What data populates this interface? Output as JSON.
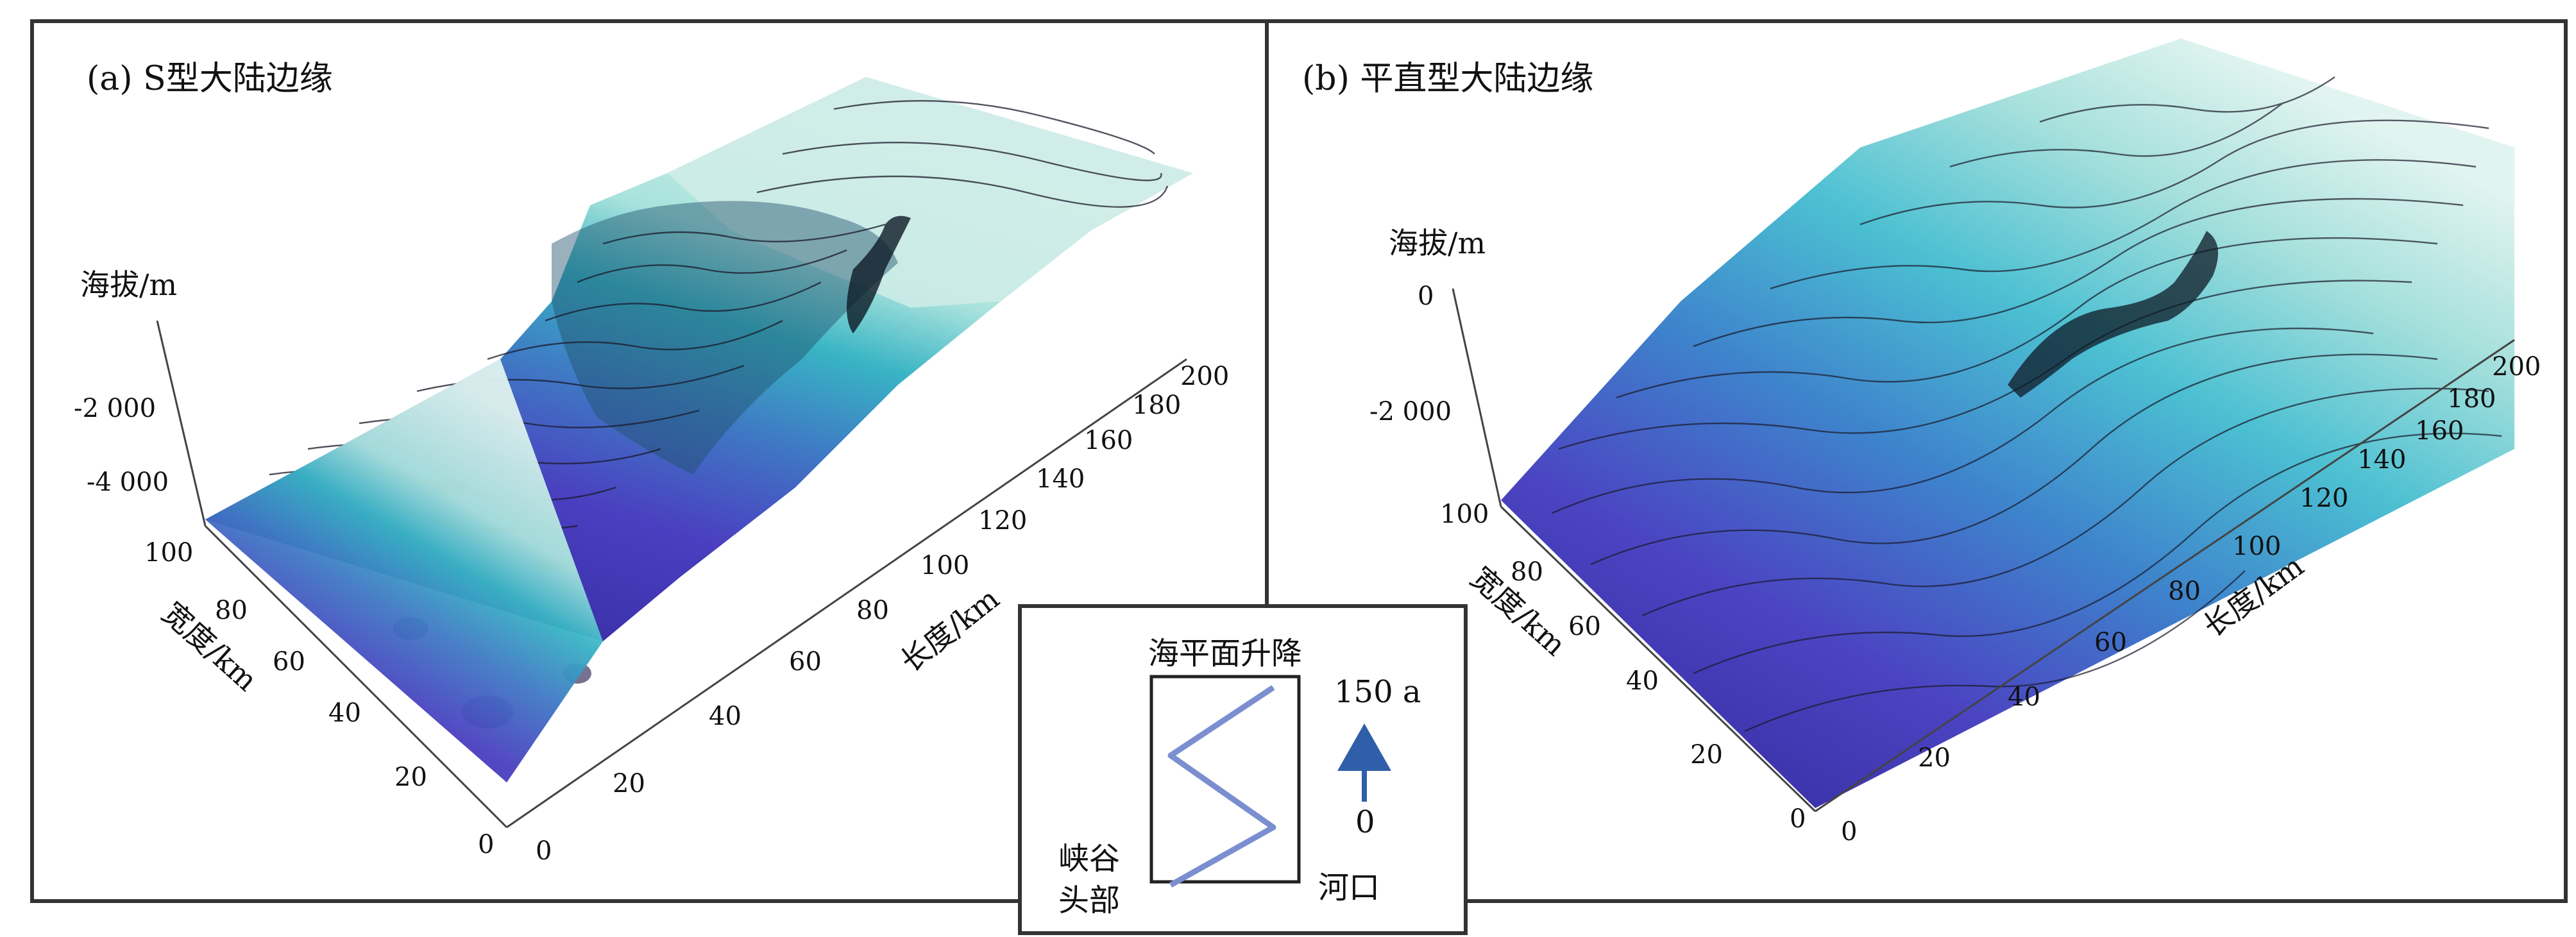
{
  "panels": [
    {
      "id": "a",
      "title": "(a) S型大陆边缘",
      "z_axis": {
        "label": "海拔/m",
        "ticks": [
          "-2 000",
          "-4 000"
        ]
      },
      "width_axis": {
        "label": "宽度/km",
        "ticks": [
          "100",
          "80",
          "60",
          "40",
          "20",
          "0"
        ]
      },
      "length_axis": {
        "label": "长度/km",
        "ticks": [
          "0",
          "20",
          "40",
          "60",
          "80",
          "100",
          "120",
          "140",
          "160",
          "180",
          "200"
        ]
      },
      "surface_colors": {
        "deep": "#3a2fa6",
        "mid": "#3fb0c8",
        "shallow": "#c9ece7"
      }
    },
    {
      "id": "b",
      "title": "(b) 平直型大陆边缘",
      "z_axis": {
        "label": "海拔/m",
        "ticks": [
          "0",
          "-2 000"
        ]
      },
      "width_axis": {
        "label": "宽度/km",
        "ticks": [
          "100",
          "80",
          "60",
          "40",
          "20",
          "0"
        ]
      },
      "length_axis": {
        "label": "长度/km",
        "ticks": [
          "0",
          "20",
          "40",
          "60",
          "80",
          "100",
          "120",
          "140",
          "160",
          "180",
          "200"
        ]
      },
      "surface_colors": {
        "deep": "#3a2fa6",
        "mid": "#45b8d0",
        "shallow": "#d4f0ec"
      }
    }
  ],
  "inset": {
    "top_label": "海平面升降",
    "time_label": "150 a",
    "time_zero": "0",
    "left_label_line1": "峡谷",
    "left_label_line2": "头部",
    "right_label": "河口",
    "curve_color": "#7b8fd0",
    "arrow_color": "#2f5fa8"
  }
}
